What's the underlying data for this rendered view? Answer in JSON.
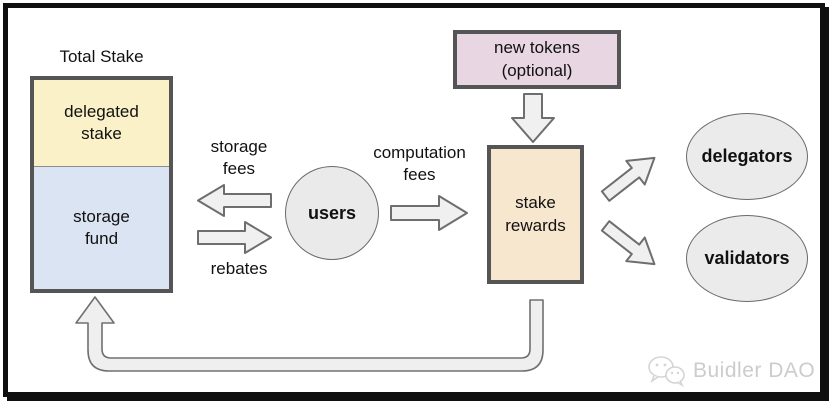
{
  "diagram": {
    "title_label": "Total Stake",
    "nodes": {
      "delegated_stake": {
        "label": "delegated stake",
        "fill": "#fbf1c8"
      },
      "storage_fund": {
        "label": "storage fund",
        "fill": "#dbe4f2"
      },
      "users": {
        "label": "users",
        "fill": "#eaeaea"
      },
      "new_tokens": {
        "label": "new tokens (optional)",
        "fill": "#e9d6e3"
      },
      "stake_rewards": {
        "label": "stake rewards",
        "fill": "#f8e7cf"
      },
      "delegators": {
        "label": "delegators",
        "fill": "#ebebeb"
      },
      "validators": {
        "label": "validators",
        "fill": "#ebebeb"
      }
    },
    "edge_labels": {
      "storage_fees": "storage fees",
      "rebates": "rebates",
      "computation_fees": "computation fees"
    },
    "colors": {
      "arrow_fill": "#f0f0f0",
      "arrow_stroke": "#6e6e6e",
      "box_border": "#555555",
      "frame": "#0f0f0f"
    },
    "watermark": {
      "label": "Buidler DAO"
    }
  }
}
